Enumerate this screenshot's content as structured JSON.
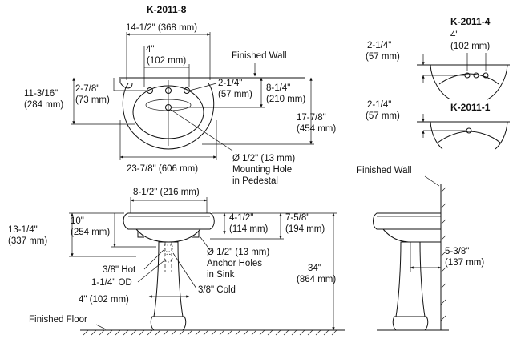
{
  "models": {
    "main": "K-2011-8",
    "variant_4": "K-2011-4",
    "variant_1": "K-2011-1"
  },
  "top_view": {
    "width": "14-1/2\" (368 mm)",
    "spread_in": "4\"",
    "spread_mm": "(102 mm)",
    "finished_wall": "Finished Wall",
    "depth_in": "11-3/16\"",
    "depth_mm": "(284 mm)",
    "faucet_offset_in": "2-7/8\"",
    "faucet_offset_mm": "(73 mm)",
    "deck_in": "2-1/4\"",
    "deck_mm": "(57 mm)",
    "drain_in": "8-1/4\"",
    "drain_mm": "(210 mm)",
    "projection_in": "17-7/8\"",
    "projection_mm": "(454 mm)",
    "overall_width": "23-7/8\" (606 mm)",
    "mount_hole_1": "Ø 1/2\" (13 mm)",
    "mount_hole_2": "Mounting Hole",
    "mount_hole_3": "in Pedestal"
  },
  "variant_4_view": {
    "deck_in": "2-1/4\"",
    "deck_mm": "(57 mm)",
    "spread_in": "4\"",
    "spread_mm": "(102 mm)"
  },
  "variant_1_view": {
    "deck_in": "2-1/4\"",
    "deck_mm": "(57 mm)"
  },
  "front_view": {
    "spacing": "8-1/2\" (216 mm)",
    "rim_in": "13-1/4\"",
    "rim_mm": "(337 mm)",
    "basin_in": "10\"",
    "basin_mm": "(254 mm)",
    "bowl_in": "4-1/2\"",
    "bowl_mm": "(114 mm)",
    "trap_in": "7-5/8\"",
    "trap_mm": "(194 mm)",
    "anchor_1": "Ø 1/2\" (13 mm)",
    "anchor_2": "Anchor Holes",
    "anchor_3": "in Sink",
    "hot": "3/8\" Hot",
    "od": "1-1/4\" OD",
    "supply": "4\" (102 mm)",
    "cold": "3/8\" Cold",
    "height_in": "34\"",
    "height_mm": "(864 mm)",
    "finished_floor": "Finished Floor"
  },
  "side_view": {
    "finished_wall": "Finished Wall",
    "offset_in": "5-3/8\"",
    "offset_mm": "(137 mm)"
  }
}
